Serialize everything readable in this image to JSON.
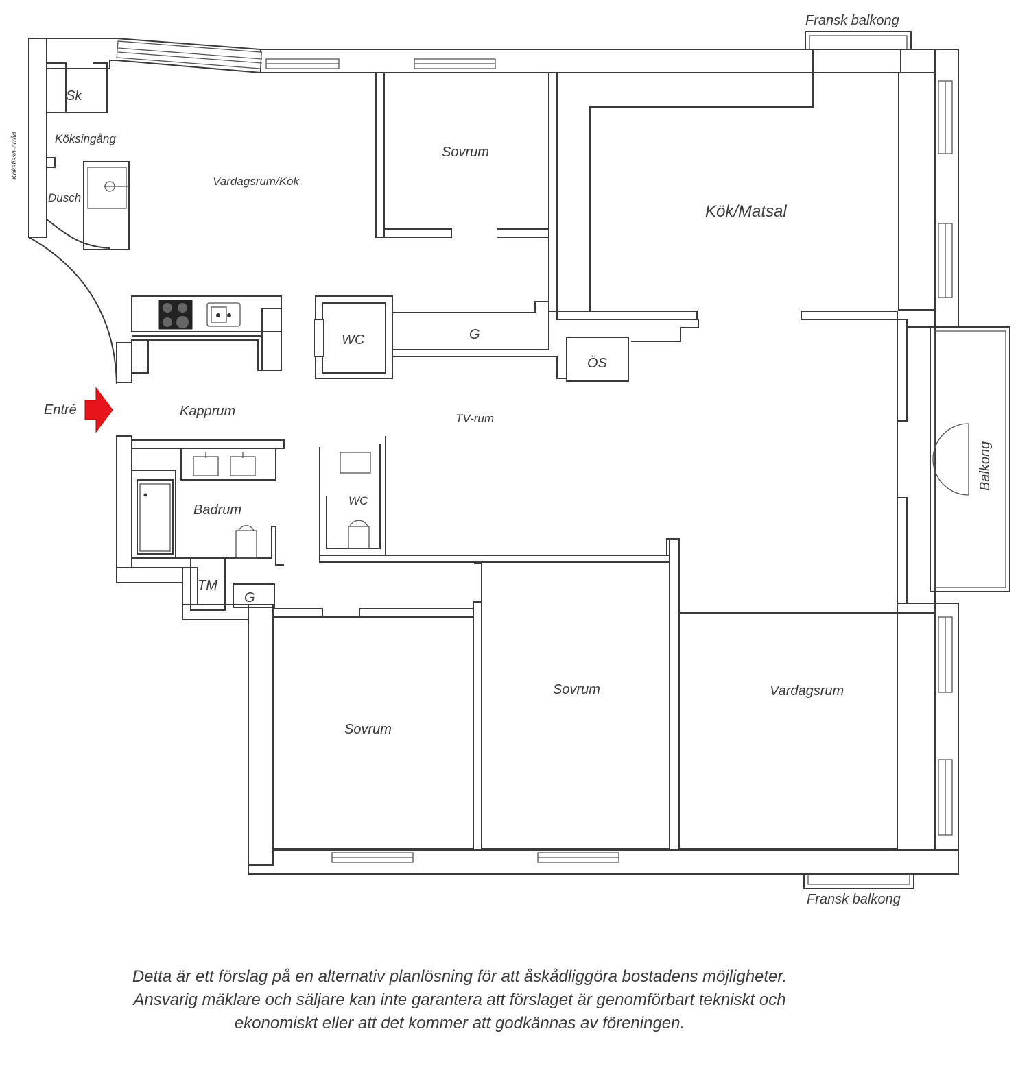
{
  "plan": {
    "labels": {
      "fransk_top": "Fransk balkong",
      "fransk_bottom": "Fransk balkong",
      "sk": "Sk",
      "koksingang": "Köksingång",
      "trappa": "Köksfiss/Förråd",
      "dusch": "Dusch",
      "vardagsrum_kok": "Vardagsrum/Kök",
      "sovrum_top": "Sovrum",
      "kok_matsal": "Kök/Matsal",
      "wc_upper": "WC",
      "g_upper": "G",
      "os": "ÖS",
      "entre": "Entré",
      "kapprum": "Kapprum",
      "tv_rum": "TV-rum",
      "balkong": "Balkong",
      "wc_lower": "WC",
      "badrum": "Badrum",
      "tm": "TM",
      "g_lower": "G",
      "sovrum_left": "Sovrum",
      "sovrum_mid": "Sovrum",
      "vardagsrum": "Vardagsrum"
    },
    "entry_arrow_color": "#e8141b"
  },
  "disclaimer": {
    "line1": "Detta är ett förslag på en alternativ planlösning för att åskådliggöra bostadens möjligheter.",
    "line2": "Ansvarig mäklare och säljare kan inte garantera att förslaget är genomförbart tekniskt och",
    "line3": "ekonomiskt eller att det kommer att godkännas av föreningen."
  }
}
